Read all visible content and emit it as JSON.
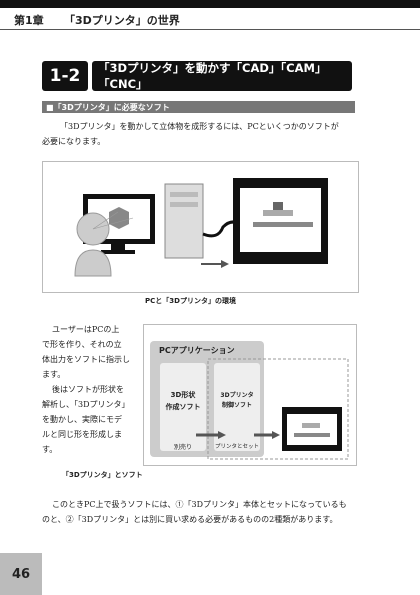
{
  "header": {
    "chapter_num": "第1章",
    "chapter_title": "「3Dプリンタ」の世界"
  },
  "section": {
    "number": "1-2",
    "title": "「3Dプリンタ」を動かす「CAD」「CAM」「CNC」"
  },
  "subsection": {
    "title": "■「3Dプリンタ」に必要なソフト"
  },
  "intro": {
    "line1": "「3Dプリンタ」を動かして立体物を成形するには、PCといくつかのソフトが",
    "line2": "必要になります。"
  },
  "figure1": {
    "caption": "PCと「3Dプリンタ」の環境"
  },
  "side_text": {
    "lines": [
      "ユーザーはPCの上",
      "で形を作り、それの立",
      "体出力をソフトに指示し",
      "ます。",
      "後はソフトが形状を",
      "解析し、「3Dプリンタ」",
      "を動かし、実際にモデ",
      "ルと同じ形を形成しま",
      "す。"
    ]
  },
  "figure2": {
    "box_title": "PCアプリケーション",
    "left_label1": "3D形状",
    "left_label2": "作成ソフト",
    "left_sub": "別売り",
    "right_label1": "3Dプリンタ",
    "right_label2": "制御ソフト",
    "right_sub": "プリンタとセット",
    "caption": "「3Dプリンタ」とソフト"
  },
  "outro": {
    "line1": "このときPC上で扱うソフトには、①「3Dプリンタ」本体とセットになっているも",
    "line2": "のと、②「3Dプリンタ」とは別に買い求める必要があるものの2種類があります。"
  },
  "page_number": "46",
  "colors": {
    "dark": "#111111",
    "sub_bar": "#777777",
    "page_box": "#bbbbbb"
  }
}
